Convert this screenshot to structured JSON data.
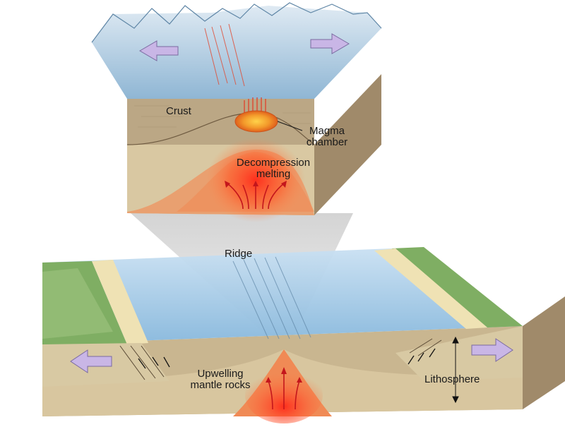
{
  "figure": {
    "title": "",
    "labels": {
      "crust": "Crust",
      "magma_line1": "Magma",
      "magma_line2": "chamber",
      "decomp_line1": "Decompression",
      "decomp_line2": "melting",
      "ridge": "Ridge",
      "upwelling_line1": "Upwelling",
      "upwelling_line2": "mantle rocks",
      "lithosphere": "Lithosphere"
    },
    "icons": {
      "spreading_arrow": "double-wide-arrow",
      "flow_arrows": "upward-curving-arrows",
      "fault_arrows": "small-black-arrows"
    },
    "colors": {
      "ocean": "#a9cbe6",
      "mountains": "#b7d1e4",
      "crust": "#b9a585",
      "mantle": "#dccca6",
      "magma": "#f07a2a",
      "hot_glow": "#ff3b2a",
      "land": "#7fae63",
      "spreading_arrow": "#c9b6e6",
      "zoom_cone": "#d9d9d9"
    }
  }
}
